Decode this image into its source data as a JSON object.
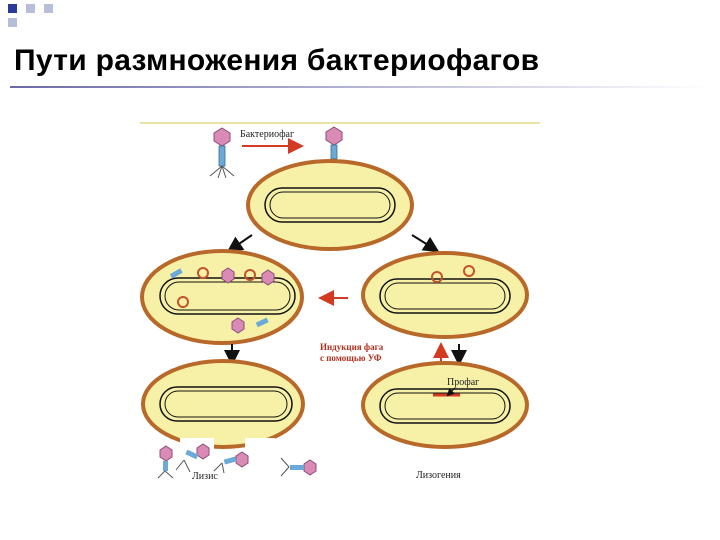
{
  "slide": {
    "title": "Пути размножения бактериофагов"
  },
  "diagram": {
    "label_bacteriophage": "Бактериофаг",
    "label_induction_line1": "Индукция фага",
    "label_induction_line2": "с помощью УФ",
    "label_prophage": "Профаг",
    "label_lysis": "Лизис",
    "label_lysogeny": "Лизогения"
  },
  "colors": {
    "cell_fill": "#f7f1a8",
    "cell_wall": "#b8692a",
    "arrow_red": "#d33a22",
    "phage_head": "#d98bb5",
    "phage_tail": "#6aa9d8",
    "bullet_blue": "#1f2a8a",
    "bullet_gray": "#c9c9d8"
  }
}
